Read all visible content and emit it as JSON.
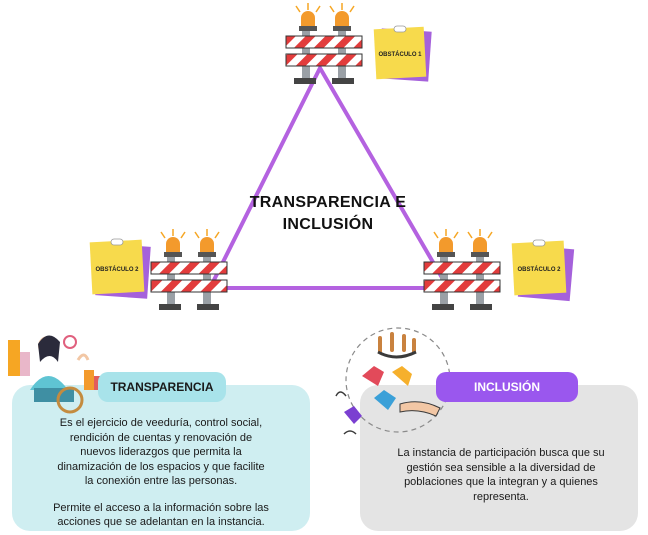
{
  "center_title_line1": "TRANSPARENCIA E",
  "center_title_line2": "INCLUSIÓN",
  "obstacles": [
    {
      "label": "OBSTÁCULO 1"
    },
    {
      "label": "OBSTÁCULO 2"
    },
    {
      "label": "OBSTÁCULO 2"
    }
  ],
  "transparencia": {
    "title": "TRANSPARENCIA",
    "paragraph1": [
      "Es el ejercicio de veeduría, control social,",
      "rendición de cuentas y renovación de",
      "nuevos liderazgos que permita la",
      "dinamización de los espacios y que facilite",
      "la conexión entre las personas."
    ],
    "paragraph2": [
      "Permite el acceso a la información sobre las",
      "acciones que se adelantan en la instancia."
    ]
  },
  "inclusion": {
    "title": "INCLUSIÓN",
    "paragraph": [
      "La instancia de participación busca que su",
      "gestión sea sensible a la diversidad de",
      "poblaciones que la integran y a quienes",
      "representa."
    ]
  },
  "colors": {
    "triangle": "#b462e0",
    "note_yellow": "#f7da4c",
    "note_shadow": "#a561db",
    "barricade_red": "#e23c3c",
    "light_orange": "#f6a623",
    "transparencia_panel": "#cfeef1",
    "transparencia_pill": "#a8e3ea",
    "inclusion_panel": "#e4e4e4",
    "inclusion_pill": "#9a57ee"
  }
}
